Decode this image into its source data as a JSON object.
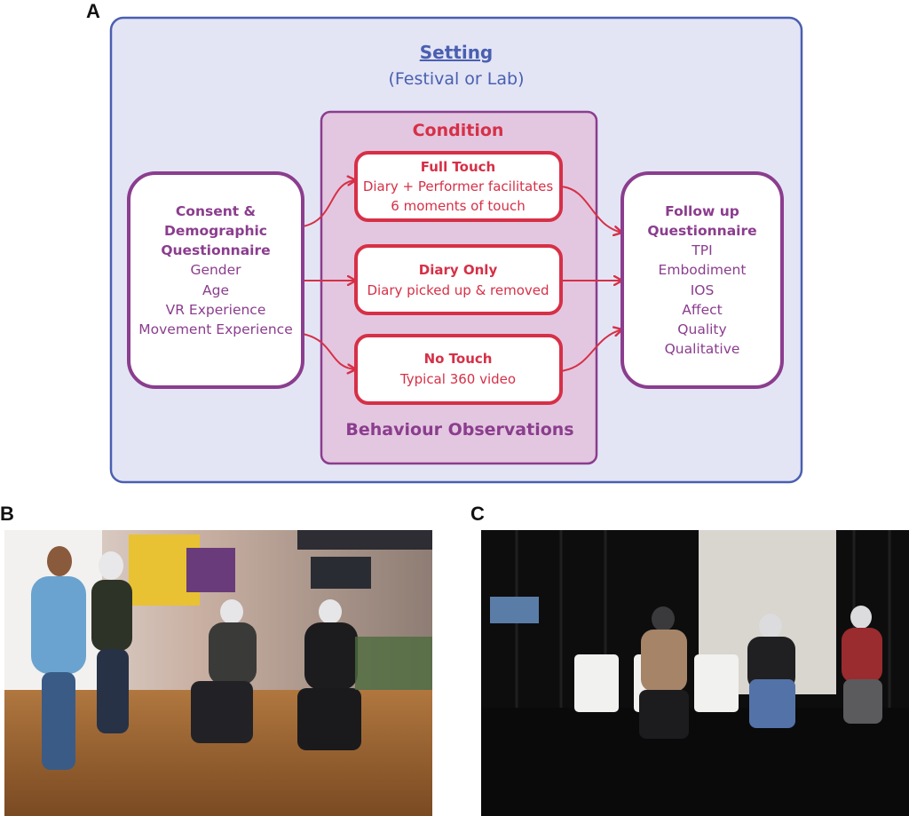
{
  "panels": {
    "a": "A",
    "b": "B",
    "c": "C"
  },
  "setting": {
    "title": "Setting",
    "subtitle": "(Festival or Lab)"
  },
  "condition": {
    "title": "Condition",
    "footer": "Behaviour Observations"
  },
  "consent": {
    "lines": [
      "Consent &",
      "Demographic",
      "Questionnaire",
      "Gender",
      "Age",
      "VR Experience",
      "Movement Experience"
    ]
  },
  "full_touch": {
    "lines": [
      "Full Touch",
      "Diary + Performer facilitates",
      "6 moments of touch"
    ]
  },
  "diary_only": {
    "lines": [
      "Diary Only",
      "Diary picked up & removed"
    ]
  },
  "no_touch": {
    "lines": [
      "No Touch",
      "Typical 360 video"
    ]
  },
  "follow_up": {
    "lines": [
      "Follow up",
      "Questionnaire",
      "TPI",
      "Embodiment",
      "IOS",
      "Affect",
      "Quality",
      "Qualitative"
    ]
  },
  "colors": {
    "setting_blue": "#4a5fb0",
    "setting_fill": "#e3e5f5",
    "purple": "#8b3d8e",
    "condition_fill": "#e3c7e0",
    "red": "#d63047"
  },
  "photos": {
    "b": "festival-setting-photo",
    "c": "lab-setting-photo"
  }
}
